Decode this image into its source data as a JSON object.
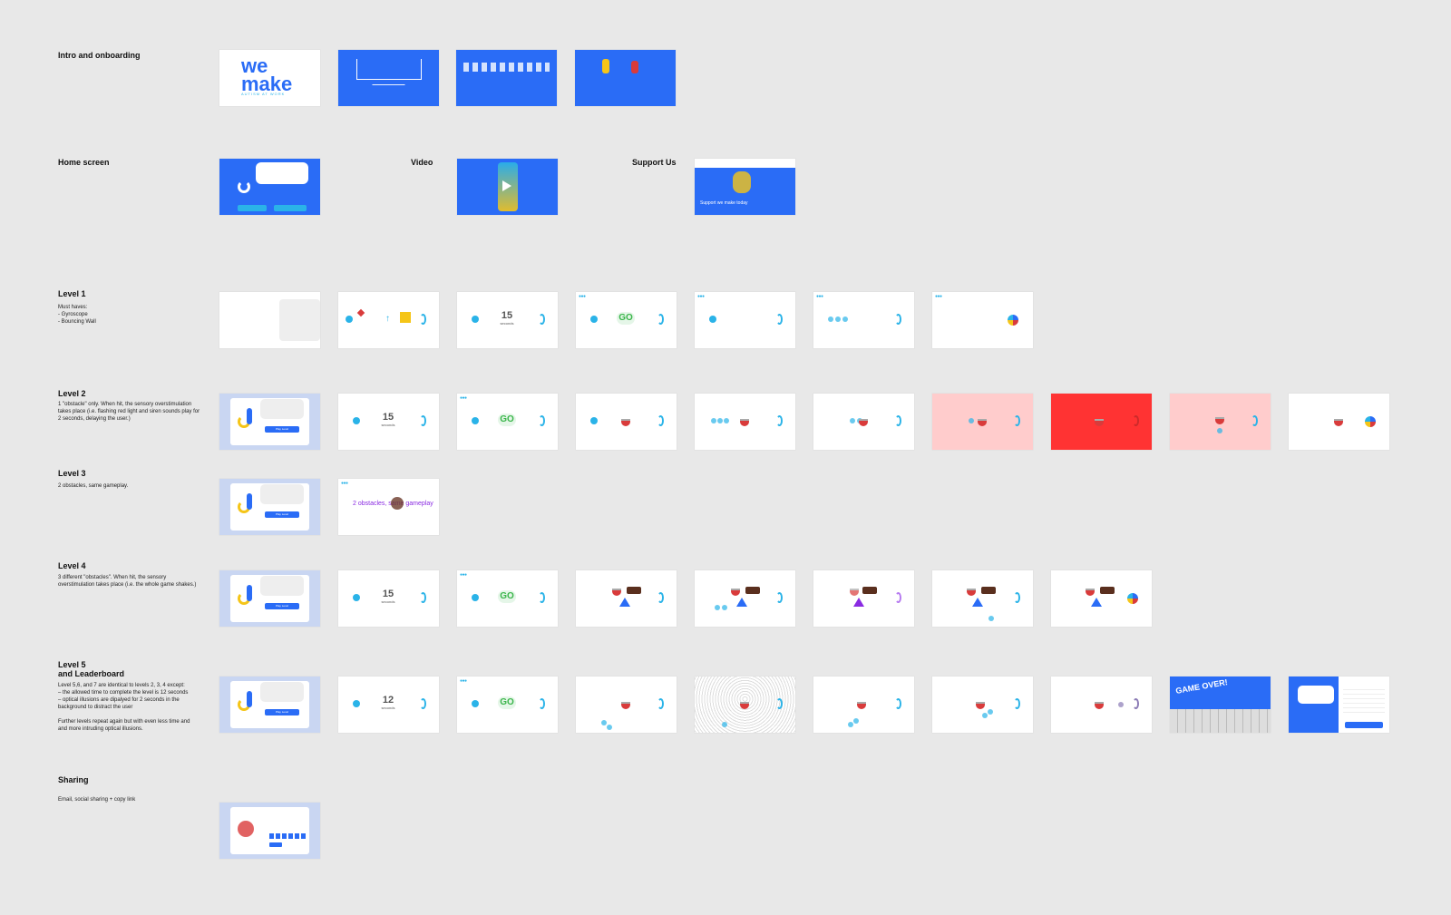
{
  "sections": {
    "intro": {
      "title": "Intro and onboarding"
    },
    "home": {
      "title": "Home screen",
      "video_label": "Video",
      "support_label": "Support Us"
    },
    "level1": {
      "title": "Level 1",
      "desc": "Must haves:\n- Gyroscope\n- Bouncing Wall"
    },
    "level2": {
      "title": "Level 2",
      "desc": "1 \"obstacle\" only. When hit, the sensory overstimulation takes place (i.e. flashing red light and siren sounds play for 2 seconds, delaying the user.)"
    },
    "level3": {
      "title": "Level 3",
      "desc": "2 obstacles, same gameplay."
    },
    "level4": {
      "title": "Level 4",
      "desc": "3 different \"obstacles\". When hit, the sensory overstimulation takes place (i.e. the whole game shakes.)"
    },
    "level5": {
      "title": "Level 5\nand Leaderboard",
      "desc": "Level 5,6, and 7 are identical to levels 2, 3, 4 except:\n– the allowed time to complete the level is 12 seconds\n– optical illusions are dipalyed for 2 seconds in the background to distract the user\n\nFurther levels repeat again but with even less time and and more intruding optical illusions."
    },
    "sharing": {
      "title": "Sharing",
      "desc": "Email, social sharing + copy link"
    }
  },
  "screens": {
    "logo_main": "we make",
    "logo_sub": "AUTISM AT WORK",
    "timer_15": "15",
    "timer_12": "12",
    "seconds": "seconds",
    "go": "GO",
    "level3_overlay": "2 obstacles, same gameplay",
    "game_over": "GAME OVER!",
    "support_text": "Support we make today",
    "play_level": "Play Level"
  },
  "colors": {
    "brand_blue": "#2a6cf6",
    "accent_cyan": "#2ab3e8",
    "alert_red": "#ff3333",
    "alert_pink": "#ffcccc"
  }
}
